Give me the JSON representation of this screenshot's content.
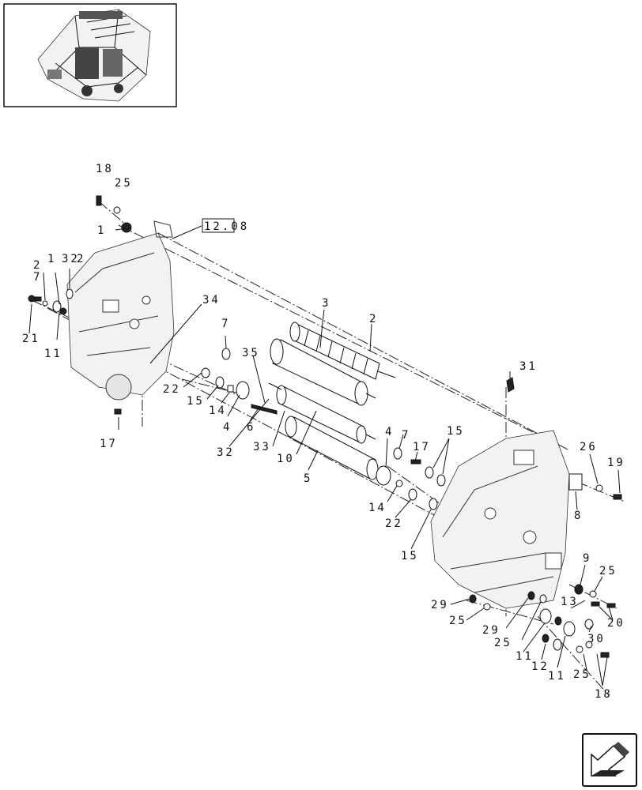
{
  "reference_box": {
    "label": "12.08"
  },
  "callouts": [
    "18",
    "25",
    "1",
    "2",
    "7",
    "1",
    "32",
    "2",
    "21",
    "11",
    "34",
    "7",
    "35",
    "22",
    "15",
    "14",
    "4",
    "6",
    "32",
    "33",
    "17",
    "3",
    "2",
    "10",
    "5",
    "31",
    "4",
    "7",
    "17",
    "15",
    "14",
    "22",
    "15",
    "26",
    "19",
    "8",
    "9",
    "25",
    "29",
    "25",
    "13",
    "20",
    "30",
    "29",
    "25",
    "11",
    "12",
    "11",
    "25",
    "18"
  ]
}
